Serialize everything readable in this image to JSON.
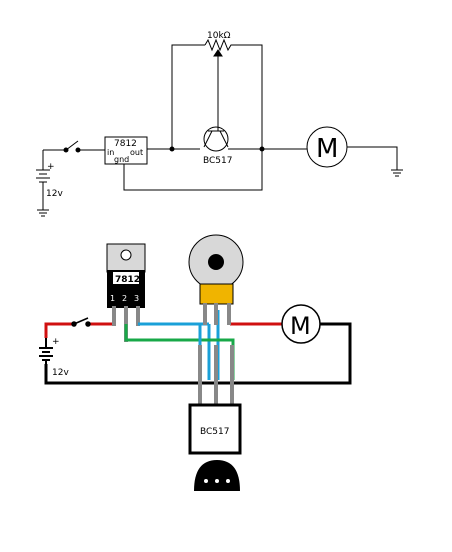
{
  "schematic": {
    "potentiometer_label": "10kΩ",
    "regulator_label": "7812",
    "regulator_in_label": "in",
    "regulator_out_label": "out",
    "regulator_gnd_label": "gnd",
    "transistor_label": "BC517",
    "motor_symbol": "M",
    "battery_plus": "+",
    "battery_label": "12v"
  },
  "wiring": {
    "regulator_label": "7812",
    "pin_labels": [
      "1",
      "2",
      "3"
    ],
    "battery_plus": "+",
    "battery_label": "12v",
    "motor_symbol": "M",
    "transistor_label": "BC517"
  },
  "colors": {
    "wire_red": "#d01010",
    "wire_blue": "#1aa0d8",
    "wire_green": "#18a848",
    "wire_black": "#000000",
    "pot_body": "#f0b400",
    "pot_knob": "#d8d8d8"
  }
}
